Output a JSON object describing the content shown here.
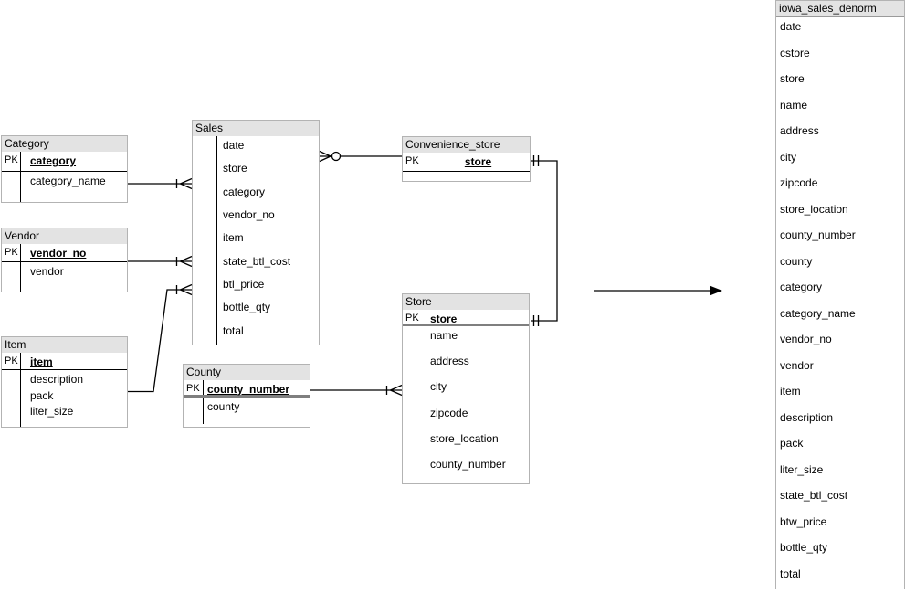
{
  "erd": {
    "tables": {
      "category": {
        "name": "Category",
        "pk_label": "PK",
        "pk_field": "category",
        "fields": [
          "category_name"
        ]
      },
      "vendor": {
        "name": "Vendor",
        "pk_label": "PK",
        "pk_field": "vendor_no",
        "fields": [
          "vendor"
        ]
      },
      "item": {
        "name": "Item",
        "pk_label": "PK",
        "pk_field": "item",
        "fields": [
          "description",
          "pack",
          "liter_size"
        ]
      },
      "sales": {
        "name": "Sales",
        "fields": [
          "date",
          "store",
          "category",
          "vendor_no",
          "item",
          "state_btl_cost",
          "btl_price",
          "bottle_qty",
          "total"
        ]
      },
      "county": {
        "name": "County",
        "pk_label": "PK",
        "pk_field": "county_number",
        "fields": [
          "county"
        ]
      },
      "convenience_store": {
        "name": "Convenience_store",
        "pk_label": "PK",
        "pk_field": "store",
        "fields": []
      },
      "store": {
        "name": "Store",
        "pk_label": "PK",
        "pk_field": "store",
        "fields": [
          "name",
          "address",
          "city",
          "zipcode",
          "store_location",
          "county_number"
        ]
      },
      "denorm": {
        "name": "iowa_sales_denorm",
        "fields": [
          "date",
          "cstore",
          "store",
          "name",
          "address",
          "city",
          "zipcode",
          "store_location",
          "county_number",
          "county",
          "category",
          "category_name",
          "vendor_no",
          "vendor",
          "item",
          "description",
          "pack",
          "liter_size",
          "state_btl_cost",
          "btw_price",
          "bottle_qty",
          "total"
        ]
      }
    },
    "colors": {
      "header_bg": "#e3e3e3",
      "box_border": "#b3b3b3",
      "line": "#000000",
      "thick_separator": "#7f7f7f"
    }
  }
}
